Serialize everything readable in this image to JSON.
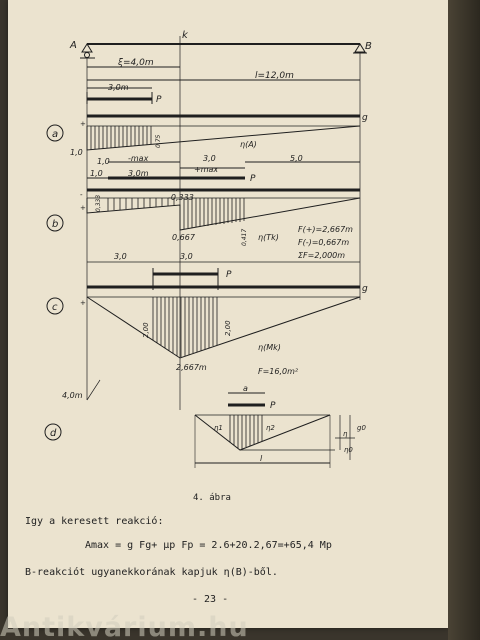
{
  "figure": {
    "supports": {
      "left": "A",
      "right": "B",
      "section": "k"
    },
    "dims": {
      "xi": "ξ=4,0m",
      "span": "l=12,0m"
    },
    "rows": {
      "a": {
        "letter": "a",
        "load_len": "3,0m",
        "P": "P",
        "g": "g",
        "v1": "1,0",
        "v2": "0,75",
        "curve": "η(A)"
      },
      "b": {
        "letter": "b",
        "d10a": "1,0",
        "d10b": "1,0",
        "dmax_neg": "-max",
        "d30a": "3,0",
        "dmax_pos": "+max",
        "d30m": "3,0m",
        "d50": "5,0",
        "P": "P",
        "v_top": "0,333",
        "v_neg": "-0,333",
        "v_pos": "0,667",
        "v_end": "0,417",
        "curve": "η(Tk)",
        "F1": "F(+)=2,667m",
        "F2": "F(-)=0,667m",
        "F3": "ΣF=2,000m"
      },
      "c": {
        "letter": "c",
        "d30a": "3,0",
        "d30b": "3,0",
        "P": "P",
        "g": "g",
        "v1": "2,00",
        "v2": "2,00",
        "v_max": "2,667m",
        "curve": "η(Mk)",
        "F": "F=16,0m²",
        "left_val": "4,0m"
      },
      "d": {
        "letter": "d",
        "a": "a",
        "P": "P",
        "eta1": "η1",
        "eta2": "η2",
        "eta": "η",
        "g0": "g0",
        "eta0": "η0",
        "l": "l"
      },
      "sign_plus": "+",
      "sign_minus": "-"
    }
  },
  "caption": "4. ábra",
  "text": {
    "line1": "Igy a keresett reakció:",
    "formula": "Amax = g Fg+ μp Fp = 2.6+20.2,67=+65,4 Mp",
    "line3": "B-reakciót ugyanekkorának kapjuk η(B)-ből.",
    "page_no": "- 23 -"
  },
  "watermark": "Antikvárium.hu",
  "colors": {
    "paper": "#ebe3cf",
    "ink": "#1f1f1f",
    "background": "#3a352c"
  }
}
